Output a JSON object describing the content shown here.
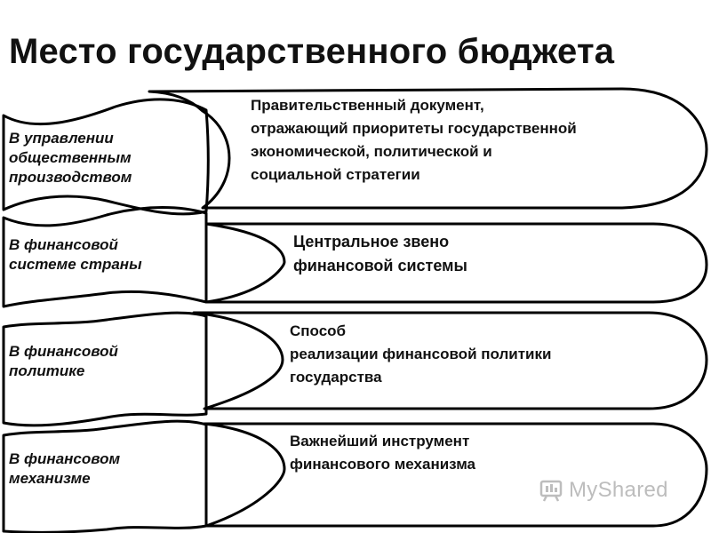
{
  "title": "Место государственного бюджета",
  "rows": [
    {
      "label": "В управлении\nобщественным\nпроизводством",
      "description": "Правительственный документ,\nотражающий приоритеты государственной\nэкономической, политической и\nсоциальной стратегии"
    },
    {
      "label": "В финансовой\nсистеме страны",
      "description": "  Центральное звено\nфинансовой системы"
    },
    {
      "label": "В финансовой\n политике",
      "description": "Способ\n реализации финансовой политики\nгосударства"
    },
    {
      "label": "В финансовом\nмеханизме",
      "description": "  Важнейший инструмент\nфинансового механизма"
    }
  ],
  "watermark": {
    "text": "MyShared",
    "icon": "myshared-logo-icon"
  }
}
